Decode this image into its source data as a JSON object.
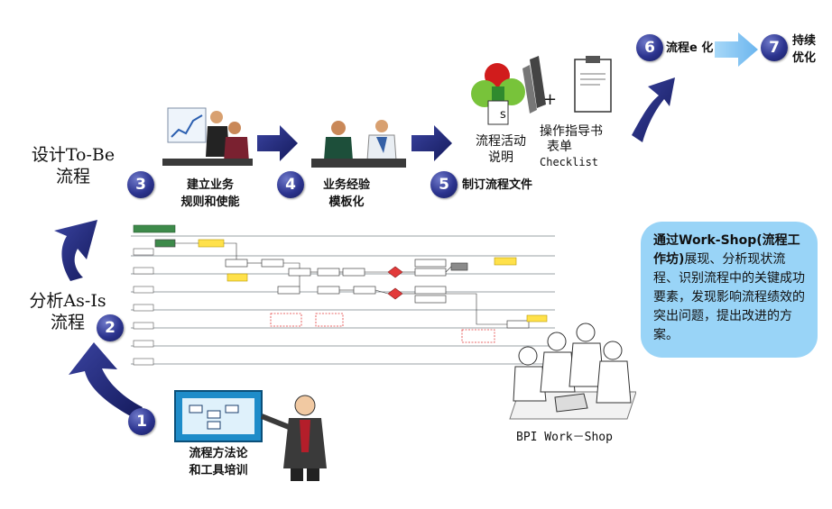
{
  "steps": [
    {
      "num": "1",
      "label_l1": "流程方法论",
      "label_l2": "和工具培训"
    },
    {
      "num": "2",
      "label_l1": "分析As-Is",
      "label_l2": "流程"
    },
    {
      "num": "3",
      "label_l1": "设计To-Be",
      "label_l2": "流程"
    },
    {
      "num": "4",
      "label_l1": "业务经验",
      "label_l2": "模板化"
    },
    {
      "num": "5",
      "label_l1": "制订流程文件"
    },
    {
      "num": "6",
      "label_l1": "流程e 化"
    },
    {
      "num": "7",
      "label_l1": "持续",
      "label_l2": "优化"
    }
  ],
  "step3_caption": {
    "l1": "建立业务",
    "l2": "规则和使能"
  },
  "doc_labels": {
    "activity_l1": "流程活动",
    "activity_l2": "说明",
    "guide_l1": "操作指导书",
    "guide_l2": "表单",
    "guide_l3": "Checklist",
    "plus": "+",
    "s_char": "s"
  },
  "callout": {
    "bold1": "通过Work-Shop(流程工作坊)",
    "text1": "展现、分析现状流程、识别流程中的关键成功要素，发现影响流程绩效的突出问题，提出改进的方案。"
  },
  "workshop_caption": "BPI Work－Shop",
  "colors": {
    "badge": "#2c348f",
    "arrow": "#262e83",
    "callout": "#99d4f7",
    "flowchart_yellow": "#ffe14a",
    "flowchart_red": "#e23a3a"
  }
}
